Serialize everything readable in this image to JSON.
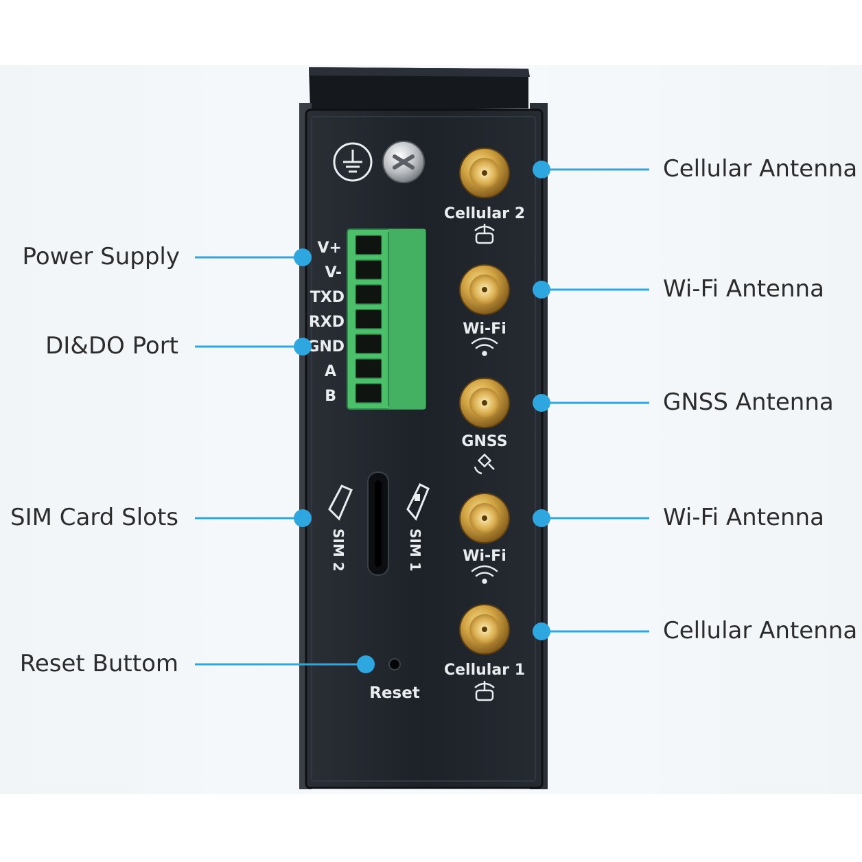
{
  "callouts": {
    "left": [
      {
        "id": "power",
        "label": "Power Supply"
      },
      {
        "id": "dido",
        "label": "DI&DO Port"
      },
      {
        "id": "sim",
        "label": "SIM Card Slots"
      },
      {
        "id": "reset",
        "label": "Reset Buttom"
      }
    ],
    "right": [
      {
        "id": "cell2",
        "label": "Cellular Antenna"
      },
      {
        "id": "wifi1",
        "label": "Wi-Fi Antenna"
      },
      {
        "id": "gnss",
        "label": "GNSS Antenna"
      },
      {
        "id": "wifi2",
        "label": "Wi-Fi Antenna"
      },
      {
        "id": "cell1",
        "label": "Cellular Antenna"
      }
    ]
  },
  "panel": {
    "terminal_pins": [
      "V+",
      "V-",
      "TXD",
      "RXD",
      "GND",
      "A",
      "B"
    ],
    "connectors": {
      "cellular2": "Cellular 2",
      "wifi_top": "Wi-Fi",
      "gnss": "GNSS",
      "wifi_bottom": "Wi-Fi",
      "cellular1": "Cellular 1"
    },
    "sim2": "SIM 2",
    "sim1": "SIM 1",
    "reset": "Reset"
  },
  "colors": {
    "callout_line": "#2ea7e0",
    "panel": "#1d2128",
    "terminal_green": "#4cbf6b",
    "sma_gold": "#c99a35"
  }
}
